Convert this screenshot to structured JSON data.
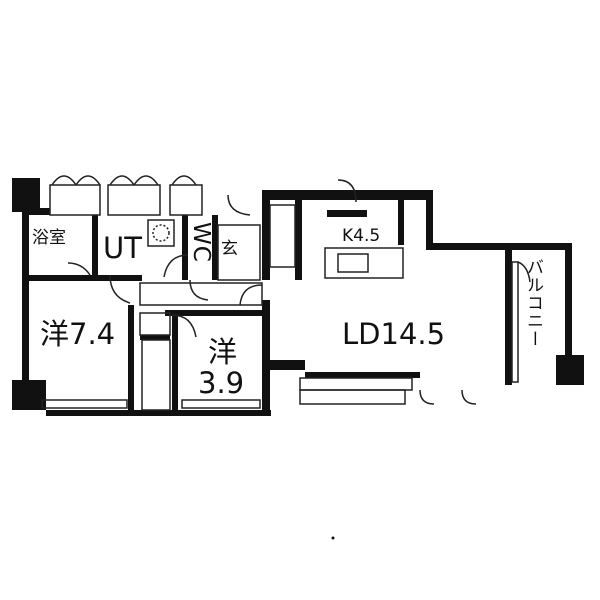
{
  "rooms": {
    "bath": "浴室",
    "utility": "UT",
    "toilet": "WC",
    "entrance": "玄",
    "kitchen": "K4.5",
    "living_dining": "LD14.5",
    "western_large": "洋7.4",
    "western_small_name": "洋",
    "western_small_size": "3.9",
    "balcony": "バルコニー"
  },
  "colors": {
    "wall": "#111111",
    "line": "#222222",
    "background": "#ffffff"
  }
}
